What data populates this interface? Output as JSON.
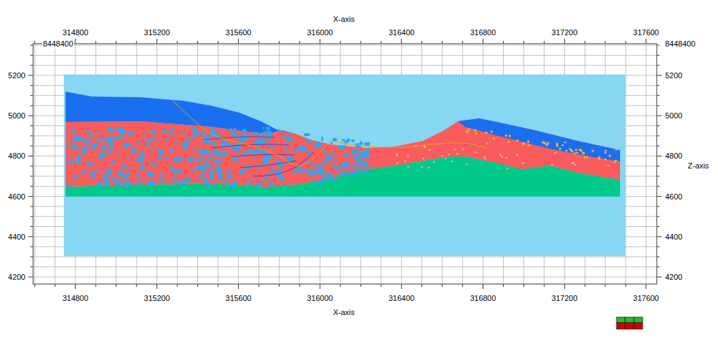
{
  "diagram": {
    "labels": [
      "X-axis",
      "314800",
      "315200",
      "315600",
      "316000",
      "316400",
      "316800",
      "317200",
      "317600",
      "8448400",
      "8448400",
      "5200",
      "5000",
      "4800",
      "4600",
      "4400",
      "4200",
      "5200",
      "5000",
      "4800",
      "4600",
      "4400",
      "4200",
      "Z-axis",
      "314800",
      "315200",
      "315600",
      "316000",
      "316400",
      "316800",
      "317200",
      "317600",
      "X-axis"
    ]
  }
}
